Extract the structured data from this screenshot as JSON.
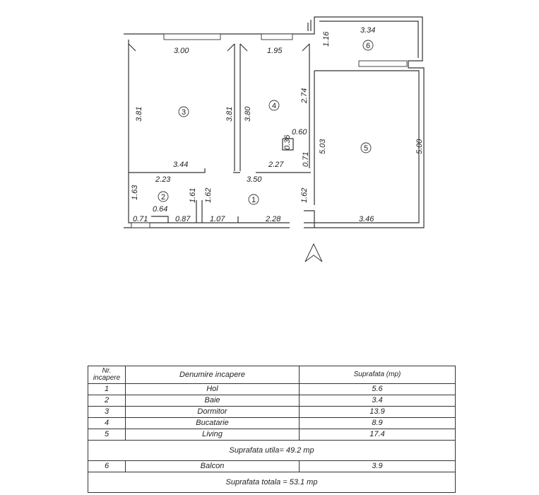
{
  "plan": {
    "dimensions": [
      "3.00",
      "1.95",
      "3.34",
      "1.16",
      "3.81",
      "3.81",
      "3.80",
      "2.74",
      "0.36",
      "0.60",
      "5.03",
      "5.00",
      "0.71",
      "3.44",
      "2.27",
      "3.50",
      "2.23",
      "1.63",
      "0.64",
      "1.61",
      "1.62",
      "1.62",
      "0.71",
      "0.87",
      "1.07",
      "2.28",
      "3.46"
    ],
    "room_numbers": [
      "1",
      "2",
      "3",
      "4",
      "5",
      "6"
    ]
  },
  "legend": {
    "headers": {
      "nr": "Nr. incapere",
      "name": "Denumire incapere",
      "area": "Suprafata (mp)"
    },
    "rooms": [
      {
        "nr": "1",
        "name": "Hol",
        "area": "5.6"
      },
      {
        "nr": "2",
        "name": "Baie",
        "area": "3.4"
      },
      {
        "nr": "3",
        "name": "Dormitor",
        "area": "13.9"
      },
      {
        "nr": "4",
        "name": "Bucatarie",
        "area": "8.9"
      },
      {
        "nr": "5",
        "name": "Living",
        "area": "17.4"
      }
    ],
    "useful_area": "Suprafata utila= 49.2 mp",
    "balcony": {
      "nr": "6",
      "name": "Balcon",
      "area": "3.9"
    },
    "total_area": "Suprafata totala = 53.1 mp"
  }
}
